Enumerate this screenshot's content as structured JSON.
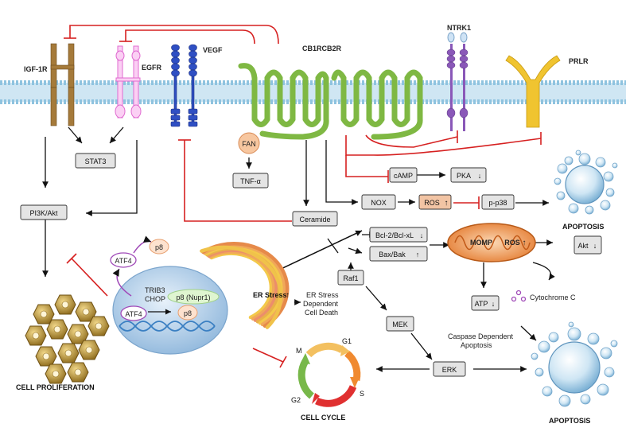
{
  "receptors": {
    "igf1r": "IGF-1R",
    "egfr": "EGFR",
    "vegf": "VEGF",
    "cb1cb2r": "CB1RCB2R",
    "ntrk1": "NTRK1",
    "prlr": "PRLR"
  },
  "nodes": {
    "stat3": "STAT3",
    "fan": "FAN",
    "tnf": "TNF-α",
    "pi3k": "PI3K/Akt",
    "ceramide": "Ceramide",
    "camp": "cAMP",
    "pka": "PKA",
    "nox": "NOX",
    "ros": "ROS",
    "pp38": "p-p38",
    "bcl2": "Bcl-2/Bcl-xL",
    "baxbak": "Bax/Bak",
    "momp": "MOMP",
    "ros2": "ROS",
    "akt": "Akt",
    "atp": "ATP",
    "cytc": "Cytochrome C",
    "raf1": "Raf1",
    "mek": "MEK",
    "erk": "ERK",
    "atf4a": "ATF4",
    "p8a": "p8",
    "trib3": "TRIB3",
    "chop": "CHOP",
    "nupr1": "p8 (Nupr1)",
    "atf4b": "ATF4",
    "p8b": "p8",
    "er_stress": "ER Stress",
    "er_death_1": "ER Stress",
    "er_death_2": "Dependent",
    "er_death_3": "Cell Death",
    "caspase_1": "Caspase Dependent",
    "caspase_2": "Apoptosis"
  },
  "outcomes": {
    "apoptosis_top": "APOPTOSIS",
    "apoptosis_bottom": "APOPTOSIS",
    "cell_proliferation": "CELL PROLIFERATION",
    "cell_cycle": "CELL CYCLE",
    "phase_m": "M",
    "phase_g1": "G1",
    "phase_s": "S",
    "phase_g2": "G2"
  },
  "arrows": {
    "up": "↑",
    "down": "↓"
  },
  "colors": {
    "membrane": "#8fc3df",
    "inhibition": "#d62020",
    "igf1r": "#a57a3a",
    "egfr": "#f28ae0",
    "vegf": "#2f4fc3",
    "cb_receptor": "#7fb843",
    "ntrk1": "#8a58b8",
    "prlr": "#f0c430",
    "mito": "#e8823a",
    "nucleus": "#bfd8ee"
  }
}
